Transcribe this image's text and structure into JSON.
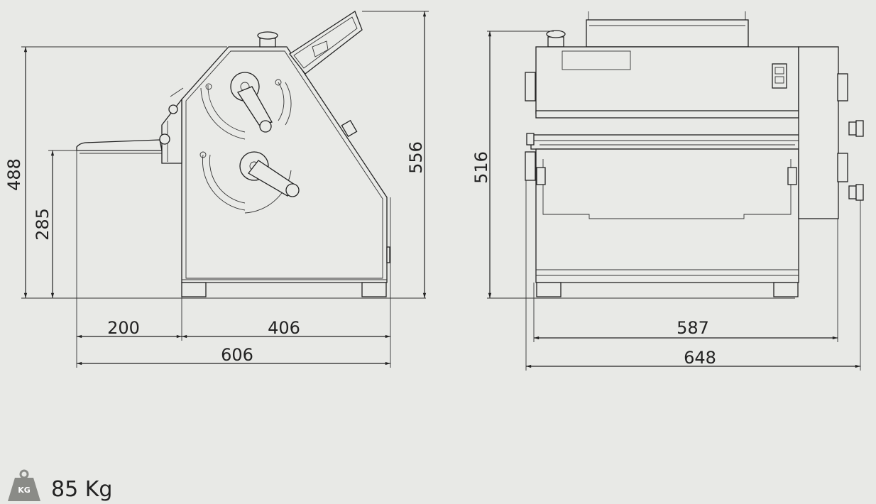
{
  "side_view": {
    "dims": {
      "overall_height": "488",
      "table_height": "285",
      "full_height": "556",
      "table_depth": "200",
      "body_depth": "406",
      "total_depth": "606"
    }
  },
  "front_view": {
    "dims": {
      "height": "516",
      "body_width": "587",
      "total_width": "648"
    }
  },
  "weight": {
    "icon_text": "KG",
    "value": "85 Kg"
  }
}
